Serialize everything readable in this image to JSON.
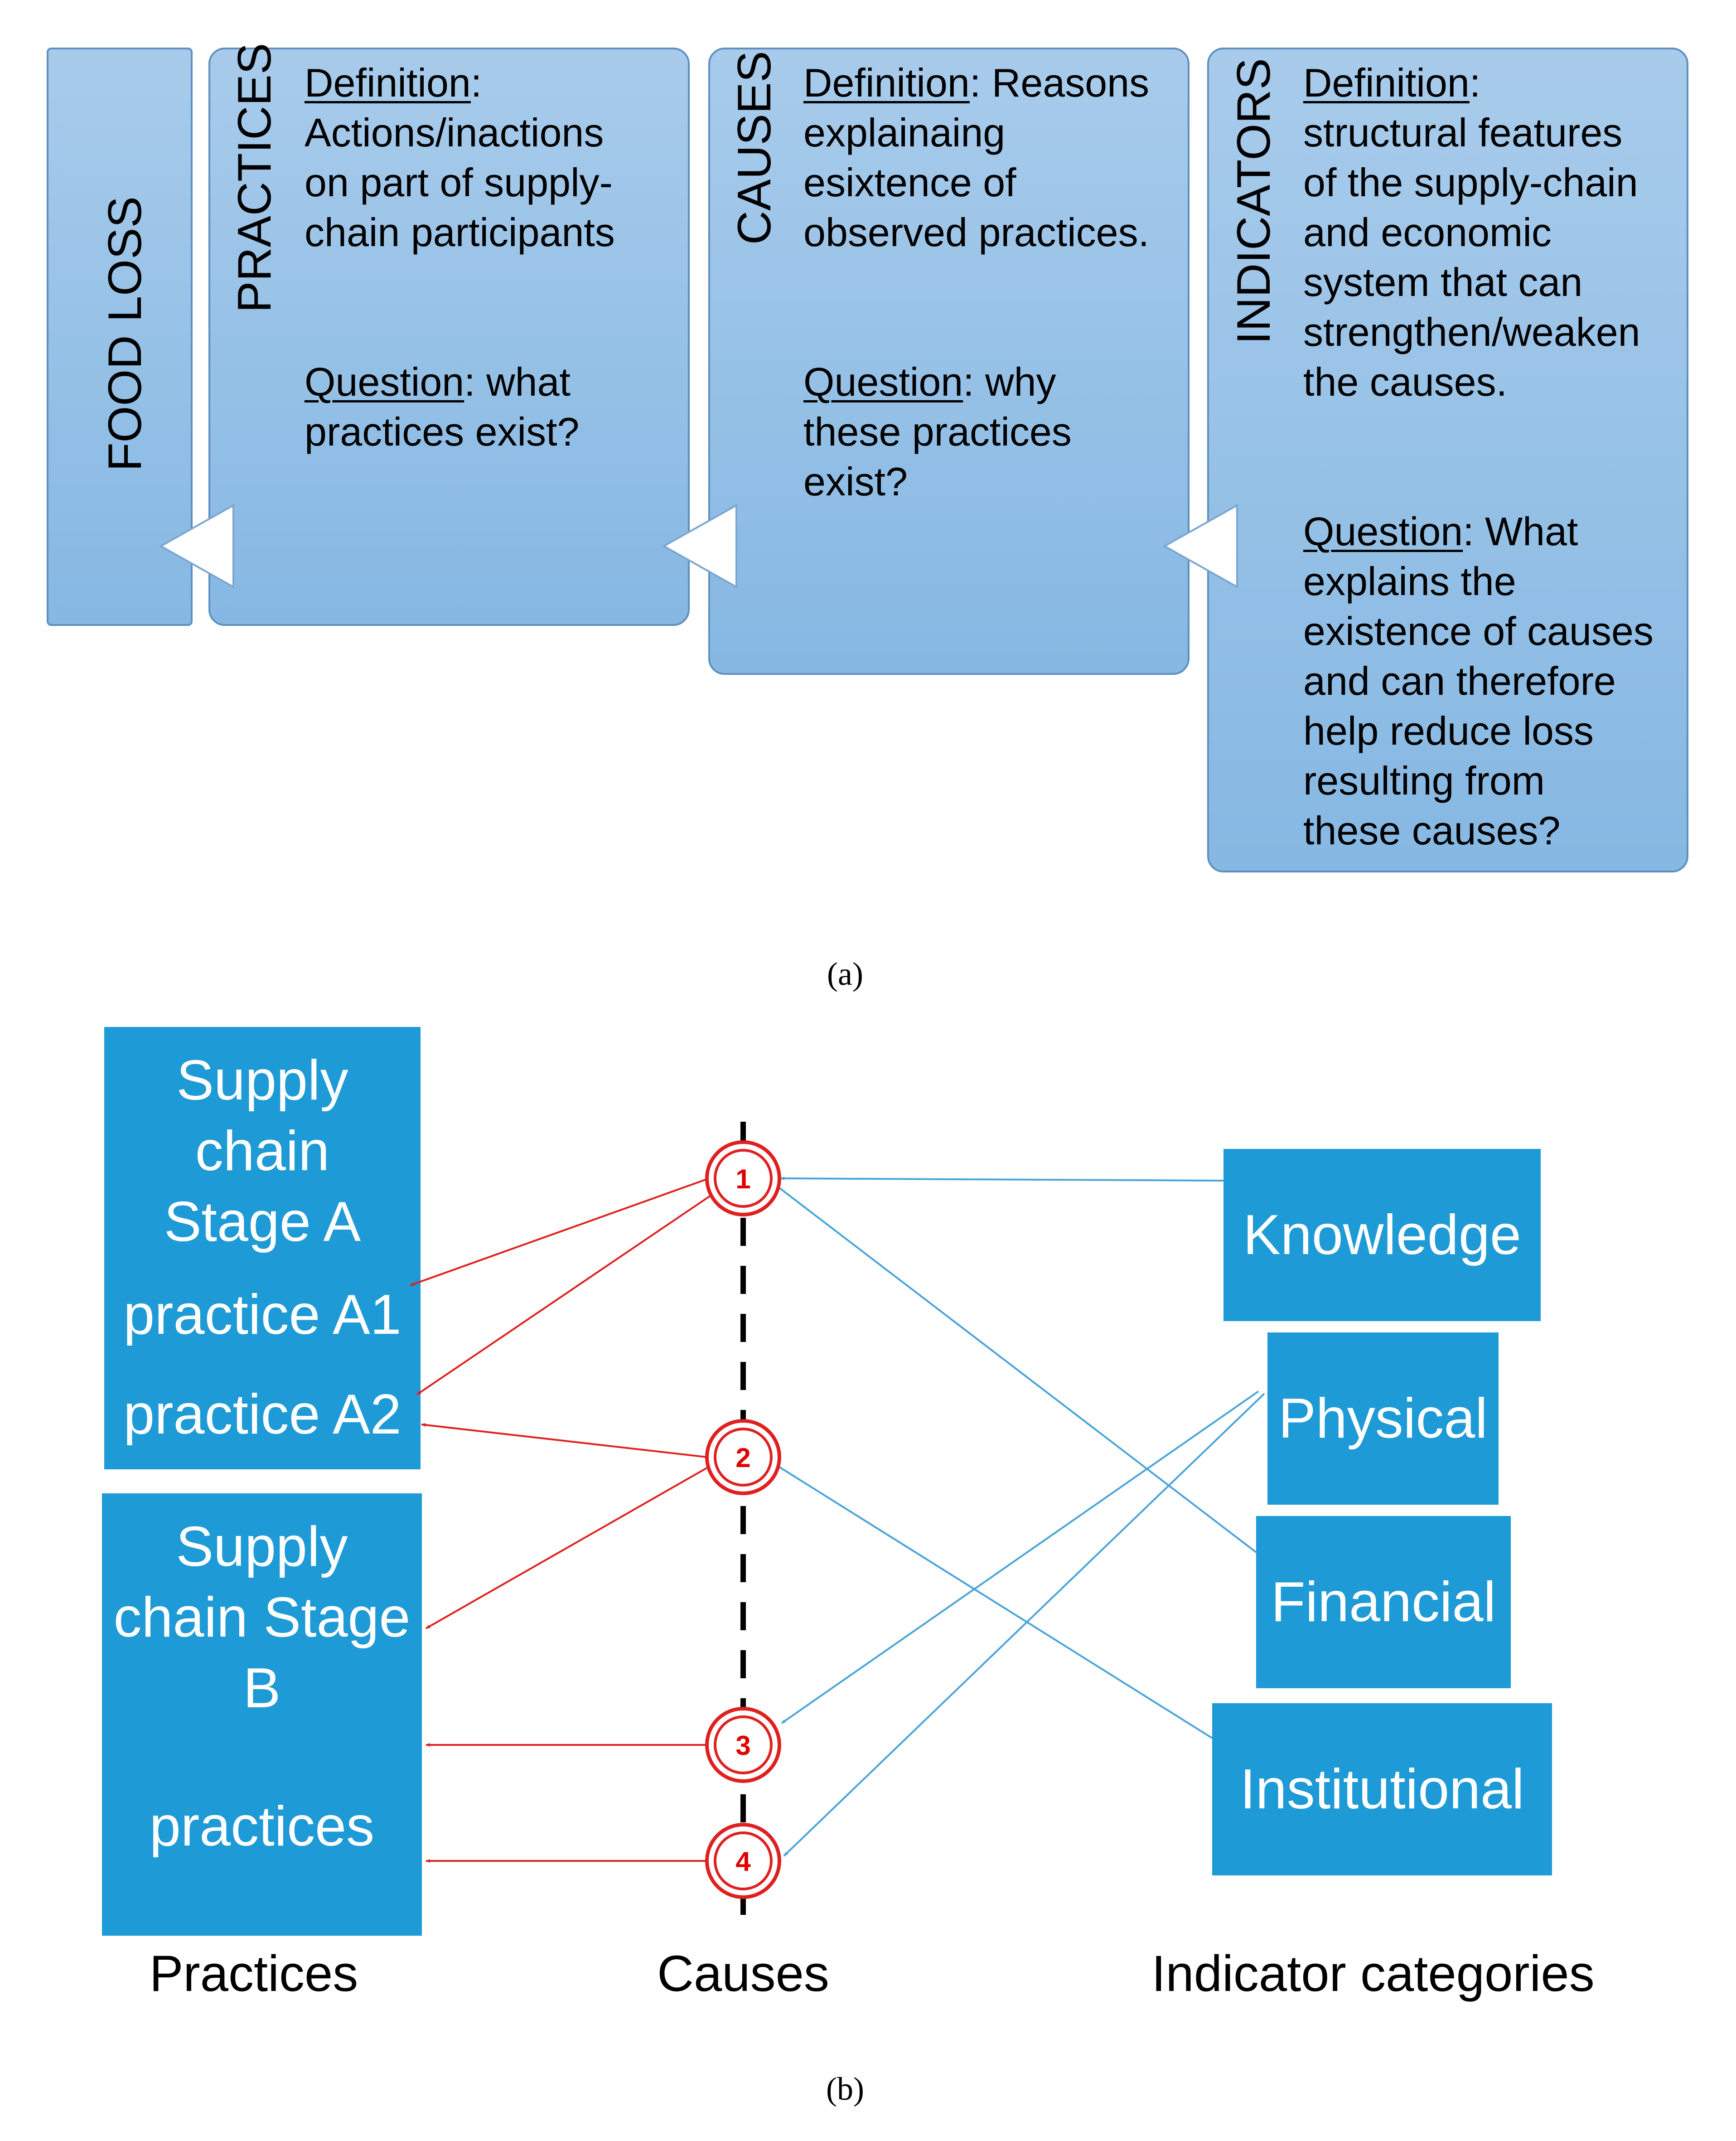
{
  "panel_a": {
    "subfigure_label": "(a)",
    "food_loss_label": "FOOD  LOSS",
    "cards": [
      {
        "id": "practices",
        "title": "PRACTICES",
        "definition_label": "Definition",
        "definition_lines": [
          ": ",
          "Actions/inactions",
          "on part of supply-",
          "chain participants"
        ],
        "question_label": "Question",
        "question_lines": [
          ": what",
          "practices exist?"
        ]
      },
      {
        "id": "causes",
        "title": "CAUSES",
        "definition_label": "Definition",
        "definition_lines": [
          ": Reasons",
          "explainaing",
          "esixtence of",
          "observed practices."
        ],
        "question_label": "Question",
        "question_lines": [
          ": why",
          "these practices",
          "exist?"
        ]
      },
      {
        "id": "indicators",
        "title": "INDICATORS",
        "definition_label": "Definition",
        "definition_lines": [
          ":",
          "structural features",
          "of the supply-chain",
          "and economic",
          "system that can",
          "strengthen/weaken",
          "the causes."
        ],
        "question_label": "Question",
        "question_lines": [
          ": What",
          "explains the",
          "existence of causes",
          "and can therefore",
          "help reduce loss",
          "resulting from",
          "these causes?"
        ]
      }
    ]
  },
  "panel_b": {
    "subfigure_label": "(b)",
    "stage_a": {
      "title_lines": [
        "Supply",
        "chain",
        "Stage A"
      ],
      "practice_1": "practice A1",
      "practice_2": "practice A2"
    },
    "stage_b": {
      "title_lines": [
        "Supply",
        "chain Stage",
        "B"
      ],
      "practices": "practices"
    },
    "causes": [
      "1",
      "2",
      "3",
      "4"
    ],
    "indicator_categories": [
      "Knowledge",
      "Physical",
      "Financial",
      "Institutional"
    ],
    "column_labels": {
      "practices": "Practices",
      "causes": "Causes",
      "indicators": "Indicator categories"
    },
    "colors": {
      "box_fill": "#1e9ad6",
      "cause_arrow": "#e02020",
      "indicator_arrow": "#4aa3d8",
      "card_fill": "#98c2e8"
    }
  }
}
